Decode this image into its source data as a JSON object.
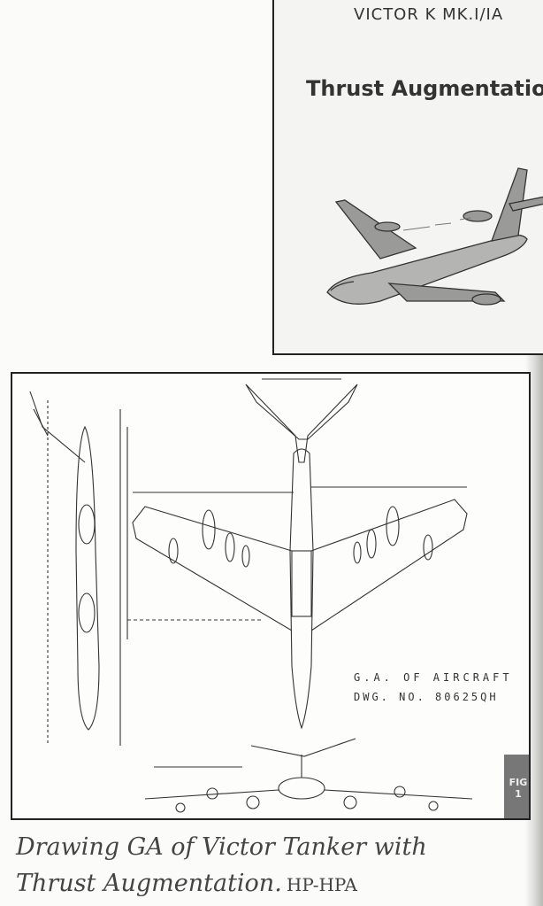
{
  "cover": {
    "model": "VICTOR  K  MK.I/IA",
    "title": "Thrust Augmentation"
  },
  "drawing": {
    "title_line1": "G.A. OF AIRCRAFT",
    "title_line2": "DWG. NO. 80625QH",
    "fig_label": "FIG",
    "fig_number": "1"
  },
  "caption": {
    "line1": "Drawing GA of Victor Tanker with",
    "line2": "Thrust Augmentation.",
    "credit": "HP-HPA"
  }
}
